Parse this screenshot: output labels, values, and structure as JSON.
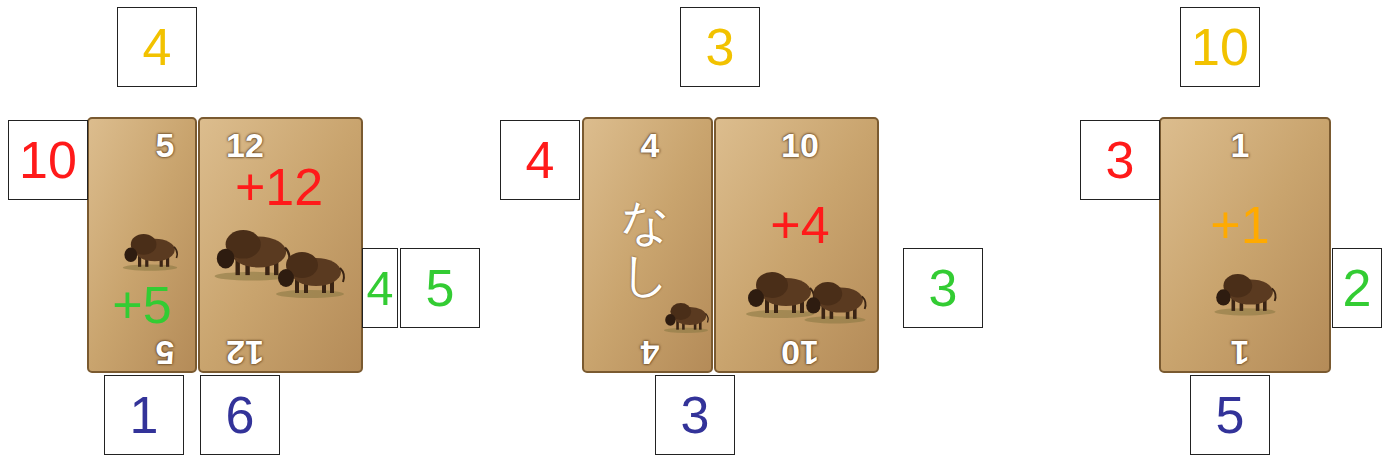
{
  "diagram": {
    "nodes": [
      {
        "text": [
          "4"
        ]
      },
      {
        "text": [
          "10"
        ]
      },
      {
        "text": [
          "5",
          "+5",
          "5"
        ]
      },
      {
        "text": [
          "12",
          "+12",
          "12"
        ]
      },
      {
        "text": [
          "4"
        ]
      },
      {
        "text": [
          "5"
        ]
      },
      {
        "text": [
          "1"
        ]
      },
      {
        "text": [
          "6"
        ]
      },
      {
        "text": [
          "3"
        ]
      },
      {
        "text": [
          "4"
        ]
      },
      {
        "text": [
          "4",
          "なし",
          "4"
        ]
      },
      {
        "text": [
          "10",
          "+4",
          "10"
        ]
      },
      {
        "text": [
          "3"
        ]
      },
      {
        "text": [
          "3"
        ]
      },
      {
        "text": [
          "10"
        ]
      },
      {
        "text": [
          "3"
        ]
      },
      {
        "text": [
          "1",
          "+1",
          "1"
        ]
      },
      {
        "text": [
          "2"
        ]
      },
      {
        "text": [
          "5"
        ]
      }
    ]
  }
}
